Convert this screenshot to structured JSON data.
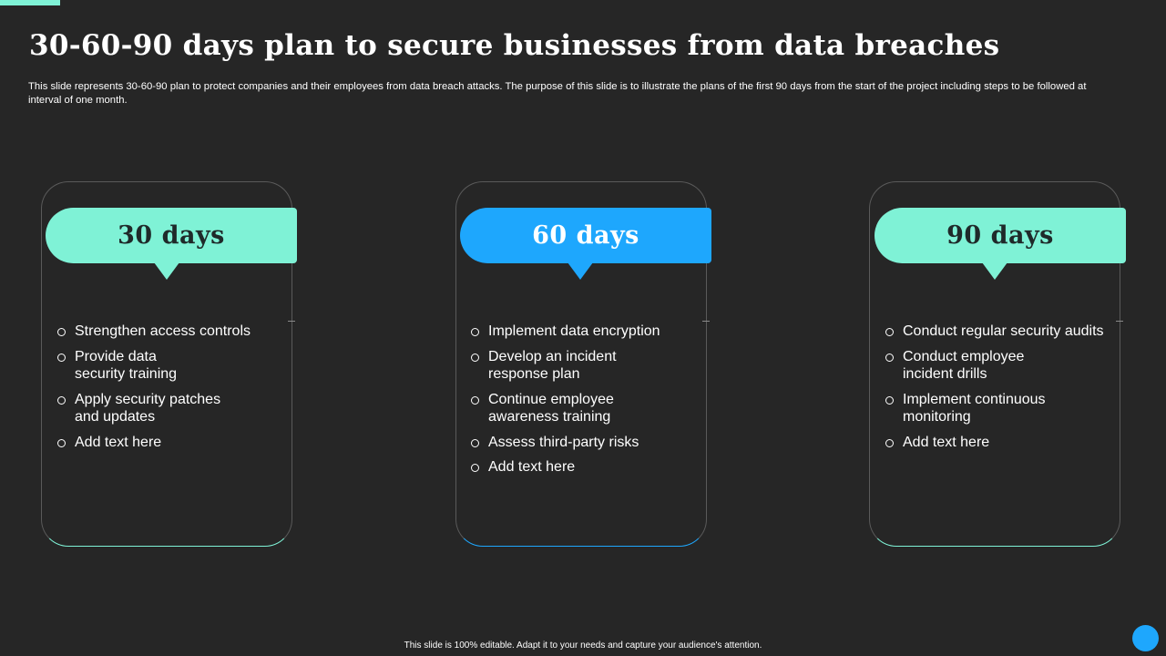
{
  "slide": {
    "title": "30-60-90 days plan to secure businesses from data breaches",
    "subtitle": "This slide represents 30-60-90 plan to protect companies and their employees from data breach attacks. The purpose of this slide is to illustrate the plans of the first 90 days from the start of the project including steps to be followed at interval of one month.",
    "footer": "This slide is 100% editable.  Adapt it to your needs and capture your audience's attention."
  },
  "colors": {
    "background": "#262626",
    "mint": "#7ff2d6",
    "blue": "#1ea7fd"
  },
  "phases": [
    {
      "label": "30 days",
      "items": [
        "Strengthen access controls",
        "Provide data security training",
        "Apply security patches and updates",
        "Add text here"
      ]
    },
    {
      "label": "60 days",
      "items": [
        "Implement  data encryption",
        "Develop an incident response plan",
        "Continue employee awareness training",
        "Assess third-party risks",
        "Add text here"
      ]
    },
    {
      "label": "90 days",
      "items": [
        "Conduct regular security audits",
        "Conduct employee incident drills",
        "Implement continuous monitoring",
        "Add text here"
      ]
    }
  ]
}
